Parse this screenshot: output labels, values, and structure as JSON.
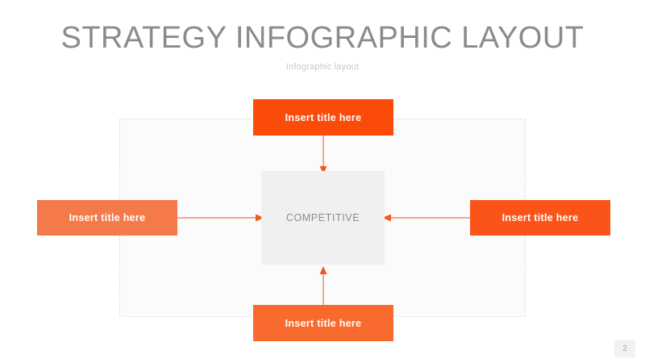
{
  "slide": {
    "title": "STRATEGY INFOGRAPHIC LAYOUT",
    "subtitle": "Infographic layout",
    "page_number": "2",
    "background_color": "#ffffff",
    "title_color": "#8b8b8b",
    "subtitle_color": "#c9c9c9"
  },
  "diagram": {
    "center": {
      "label": "COMPETITIVE",
      "fill_color": "#f0f0f0",
      "text_color": "#8d8d8d"
    },
    "frame": {
      "border_color": "#e3e3e3",
      "border_style": "dashed",
      "fill_color": "#fbfbfb"
    },
    "nodes": [
      {
        "id": "top",
        "label": "Insert title here",
        "color": "#fa4b0a",
        "text_color": "#ffffff",
        "arrow_direction": "down"
      },
      {
        "id": "left",
        "label": "Insert title here",
        "color": "#f57a4a",
        "text_color": "#ffffff",
        "arrow_direction": "right"
      },
      {
        "id": "right",
        "label": "Insert title here",
        "color": "#fa5419",
        "text_color": "#ffffff",
        "arrow_direction": "left"
      },
      {
        "id": "bottom",
        "label": "Insert title here",
        "color": "#f96a2e",
        "text_color": "#ffffff",
        "arrow_direction": "up"
      }
    ],
    "arrow_color": "#e8764f",
    "arrow_head_color": "#f05a22"
  }
}
